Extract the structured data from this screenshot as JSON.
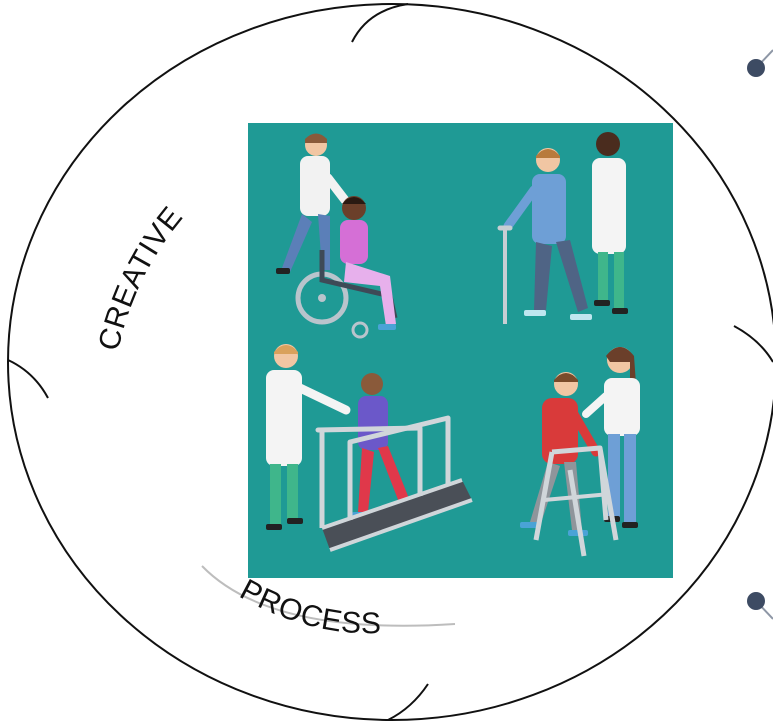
{
  "labels": {
    "creative": "CREATIVE",
    "process": "PROCESS"
  },
  "illustration": {
    "subject": "rehabilitation-therapy-illustration",
    "panels": [
      "caregiver-pushing-wheelchair",
      "doctor-helping-patient-with-cane",
      "therapist-with-patient-on-treadmill",
      "nurse-helping-patient-with-walker"
    ]
  },
  "colors": {
    "panel_background": "#1f9a95",
    "circle_stroke": "#111111",
    "process_arc": "#bdbdbd",
    "dot": "#3d4b63"
  }
}
